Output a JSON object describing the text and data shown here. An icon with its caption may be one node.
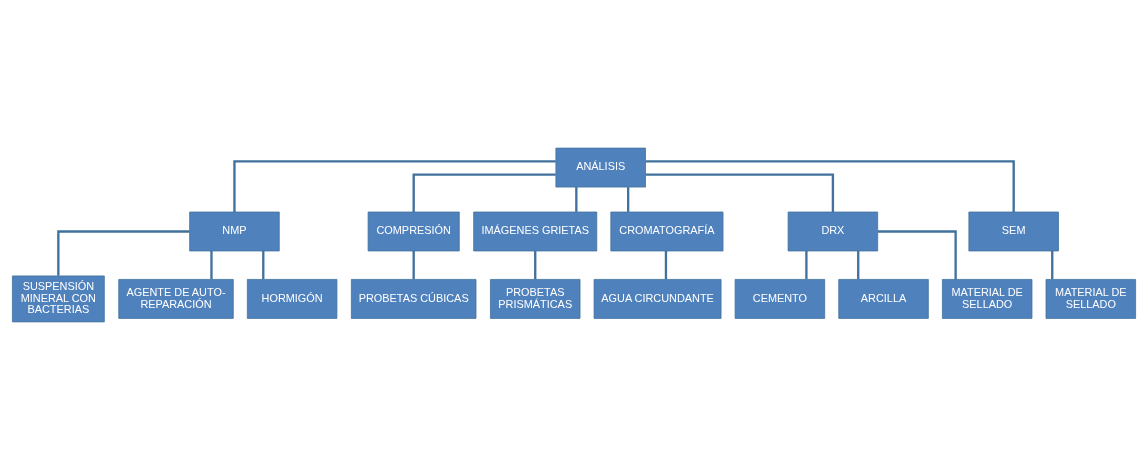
{
  "diagram": {
    "nodes": [
      {
        "text": [
          "ANÁLISIS"
        ]
      },
      {
        "text": [
          "NMP"
        ]
      },
      {
        "text": [
          "COMPRESIÓN"
        ]
      },
      {
        "text": [
          "IMÁGENES GRIETAS"
        ]
      },
      {
        "text": [
          "CROMATOGRAFÍA"
        ]
      },
      {
        "text": [
          "DRX"
        ]
      },
      {
        "text": [
          "SEM"
        ]
      },
      {
        "text": [
          "SUSPENSIÓN MINERAL CON BACTERIAS"
        ]
      },
      {
        "text": [
          "AGENTE DE AUTO-REPARACIÓN"
        ]
      },
      {
        "text": [
          "HORMIGÓN"
        ]
      },
      {
        "text": [
          "PROBETAS CÚBICAS"
        ]
      },
      {
        "text": [
          "PROBETAS PRISMÁTICAS"
        ]
      },
      {
        "text": [
          "AGUA CIRCUNDANTE"
        ]
      },
      {
        "text": [
          "CEMENTO"
        ]
      },
      {
        "text": [
          "ARCILLA"
        ]
      },
      {
        "text": [
          "MATERIAL DE SELLADO"
        ]
      },
      {
        "text": [
          "MATERIAL DE SELLADO"
        ]
      }
    ],
    "edges": [
      {
        "from": 0,
        "to": 1,
        "arrow": "none"
      },
      {
        "from": 0,
        "to": 2,
        "arrow": "none"
      },
      {
        "from": 0,
        "to": 3,
        "arrow": "none"
      },
      {
        "from": 0,
        "to": 4,
        "arrow": "none"
      },
      {
        "from": 0,
        "to": 5,
        "arrow": "none"
      },
      {
        "from": 0,
        "to": 6,
        "arrow": "none"
      },
      {
        "from": 1,
        "to": 7,
        "arrow": "none"
      },
      {
        "from": 1,
        "to": 8,
        "arrow": "none"
      },
      {
        "from": 1,
        "to": 9,
        "arrow": "none"
      },
      {
        "from": 2,
        "to": 10,
        "arrow": "none"
      },
      {
        "from": 3,
        "to": 11,
        "arrow": "none"
      },
      {
        "from": 4,
        "to": 12,
        "arrow": "none"
      },
      {
        "from": 5,
        "to": 13,
        "arrow": "none"
      },
      {
        "from": 5,
        "to": 14,
        "arrow": "none"
      },
      {
        "from": 5,
        "to": 15,
        "arrow": "none"
      },
      {
        "from": 6,
        "to": 16,
        "arrow": "none"
      }
    ]
  }
}
